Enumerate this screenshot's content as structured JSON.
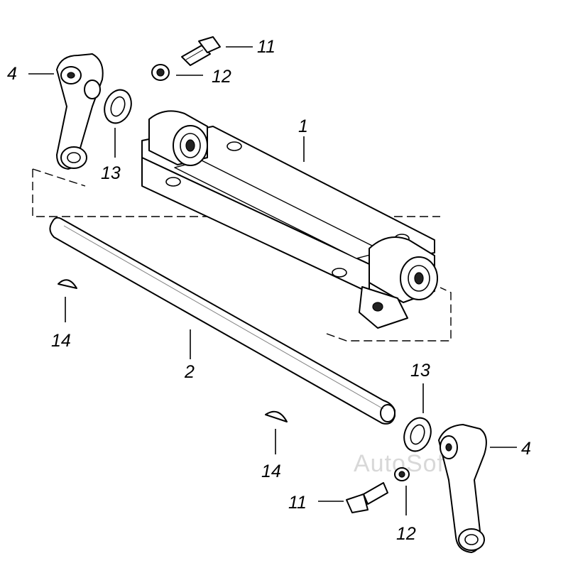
{
  "callouts": {
    "c1": "1",
    "c2": "2",
    "c4_top": "4",
    "c4_bottom": "4",
    "c11_top": "11",
    "c11_bottom": "11",
    "c12_top": "12",
    "c12_bottom": "12",
    "c13_top": "13",
    "c13_bottom": "13",
    "c14_left": "14",
    "c14_bottom": "14"
  },
  "watermark": "AutoSoft",
  "colors": {
    "line": "#000000",
    "background": "#ffffff",
    "watermark": "#d8d8d8"
  }
}
